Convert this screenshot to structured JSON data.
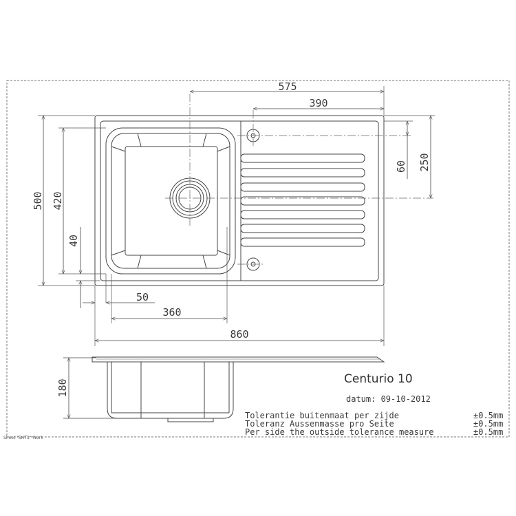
{
  "dimensions": {
    "d575": "575",
    "d390": "390",
    "d860": "860",
    "d50": "50",
    "d360": "360",
    "d500": "500",
    "d420": "420",
    "d40": "40",
    "d60": "60",
    "d250": "250",
    "d180": "180"
  },
  "title_block": {
    "model": "Centurio 10",
    "date": "datum: 09-10-2012",
    "tolerance_nl": "Tolerantie buitenmaat per zijde",
    "tolerance_de": "Toleranz Aussenmasse pro Seite",
    "tolerance_en": "Per side the outside tolerance measure",
    "tol_value_1": "±0.5mm",
    "tol_value_2": "±0.5mm",
    "tol_value_3": "±0.5mm",
    "footer_note": "Sheet \"SHT1\" Work"
  },
  "colors": {
    "line": "#444444",
    "frame": "#666666"
  }
}
